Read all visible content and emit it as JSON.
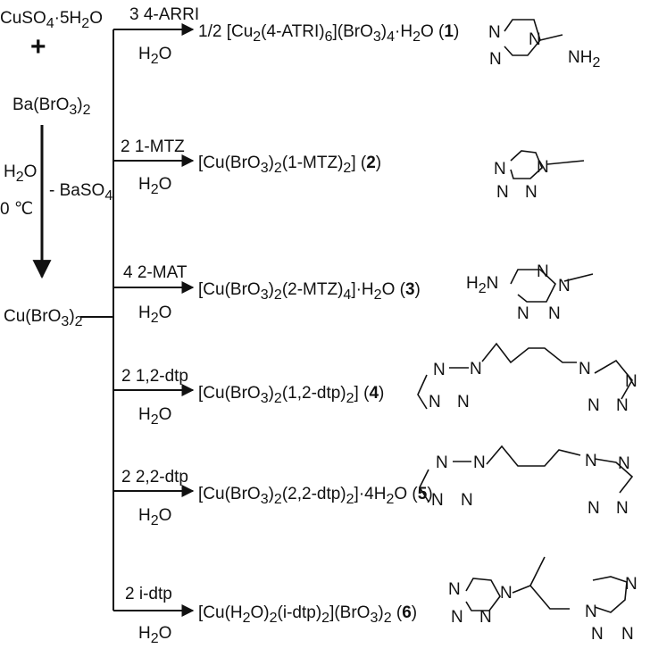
{
  "start": {
    "reagent1_main": "CuSO",
    "reagent1_sub4": "4",
    "reagent1_tail": "·5H",
    "reagent1_sub2": "2",
    "reagent1_o": "O",
    "plus": "+",
    "reagent2_main": "Ba(BrO",
    "reagent2_sub3": "3",
    "reagent2_close": ")",
    "reagent2_sub2": "2"
  },
  "conditions": {
    "h2o": "H",
    "h2o_sub": "2",
    "h2o_o": "O",
    "temp": "0 ℃",
    "byproduct": "- BaSO",
    "byproduct_sub": "4"
  },
  "intermediate": {
    "main": "Cu(BrO",
    "sub3": "3",
    "close": ")",
    "sub2": "2"
  },
  "branches": [
    {
      "reagent": "3 4-ARRI",
      "solvent": "H2O",
      "product_parts": [
        "1/2 [Cu",
        "2",
        "(4-ATRI)",
        "6",
        "](BrO",
        "3",
        ")",
        "4",
        "·H",
        "2",
        "O ("
      ],
      "label": "1",
      "ligand_atoms": [
        "N",
        "N",
        "N",
        "NH",
        "2"
      ]
    },
    {
      "reagent": "2 1-MTZ",
      "solvent": "H2O",
      "product_parts": [
        "[Cu(BrO",
        "3",
        ")",
        "2",
        "(1-MTZ)",
        "2",
        "] ("
      ],
      "label": "2",
      "ligand_atoms": [
        "N",
        "N",
        "N",
        "N"
      ]
    },
    {
      "reagent": "4 2-MAT",
      "solvent": "H2O",
      "product_parts": [
        "[Cu(BrO",
        "3",
        ")",
        "2",
        "(2-MTZ)",
        "4",
        "]·H",
        "2",
        "O ("
      ],
      "label": "3",
      "ligand_atoms": [
        "H",
        "2",
        "N",
        "N",
        "N",
        "N",
        "N"
      ]
    },
    {
      "reagent": "2 1,2-dtp",
      "solvent": "H2O",
      "product_parts": [
        "[Cu(BrO",
        "3",
        ")",
        "2",
        "(1,2-dtp)",
        "2",
        "] ("
      ],
      "label": "4",
      "ligand_atoms": [
        "N",
        "N",
        "N",
        "N",
        "N",
        "N",
        "N",
        "N"
      ]
    },
    {
      "reagent": "2 2,2-dtp",
      "solvent": "H2O",
      "product_parts": [
        "[Cu(BrO",
        "3",
        ")",
        "2",
        "(2,2-dtp)",
        "2",
        "]·4H",
        "2",
        "O ("
      ],
      "label": "5",
      "ligand_atoms": [
        "N",
        "N",
        "N",
        "N",
        "N",
        "N",
        "N",
        "N"
      ]
    },
    {
      "reagent": "2 i-dtp",
      "solvent": "H2O",
      "product_parts": [
        "[Cu(H",
        "2",
        "O)",
        "2",
        "(i-dtp)",
        "2",
        "](BrO",
        "3",
        ")",
        "2",
        " ("
      ],
      "label": "6",
      "ligand_atoms": [
        "N",
        "N",
        "N",
        "N",
        "N",
        "N",
        "N",
        "N"
      ]
    }
  ],
  "closing_paren": ")"
}
